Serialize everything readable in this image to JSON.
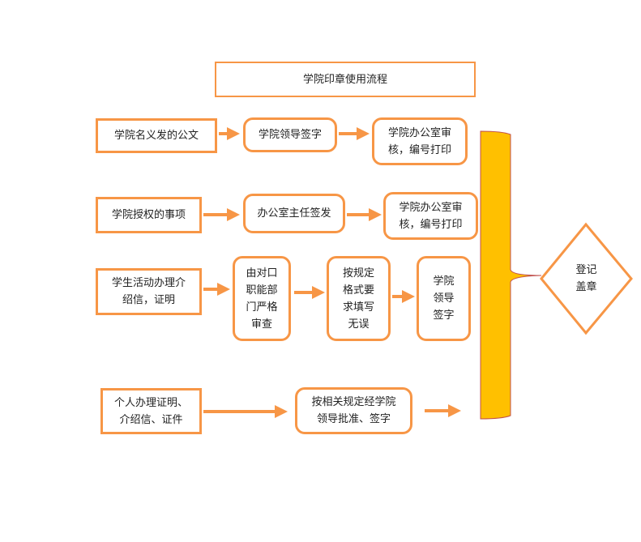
{
  "title": "学院印章使用流程",
  "rows": [
    {
      "steps": [
        "学院名义发的公文",
        "学院领导签字",
        "学院办公室审\n核，编号打印"
      ]
    },
    {
      "steps": [
        "学院授权的事项",
        "办公室主任签发",
        "学院办公室审\n核，编号打印"
      ]
    },
    {
      "steps": [
        "学生活动办理介\n绍信，证明",
        "由对口\n职能部\n门严格\n审查",
        "按规定\n格式要\n求填写\n无误",
        "学院\n领导\n签字"
      ]
    },
    {
      "steps": [
        "个人办理证明、\n介绍信、证件",
        "按相关规定经学院\n领导批准、签字"
      ]
    }
  ],
  "final_step": "登记\n盖章",
  "colors": {
    "border": "#f79646",
    "brace": "#ffc000",
    "brace_outline": "#c0504d"
  }
}
